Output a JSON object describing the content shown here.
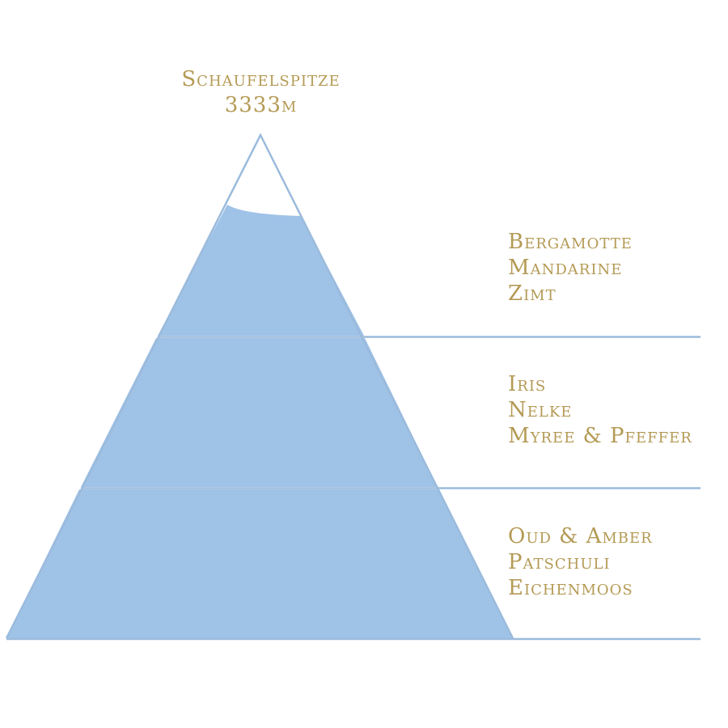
{
  "colors": {
    "fill": "#9fc2e7",
    "outline": "#9bbbdc",
    "text": "#b49a55",
    "background": "#ffffff"
  },
  "summit": {
    "name": "Schaufelspitze",
    "altitude": "3333m"
  },
  "tiers": {
    "top": {
      "notes": [
        "Bergamotte",
        "Mandarine",
        "Zimt"
      ]
    },
    "middle": {
      "notes": [
        "Iris",
        "Nelke",
        "Myree & Pfeffer"
      ]
    },
    "bottom": {
      "notes": [
        "Oud & Amber",
        "Patschuli",
        "Eichenmoos"
      ]
    }
  }
}
